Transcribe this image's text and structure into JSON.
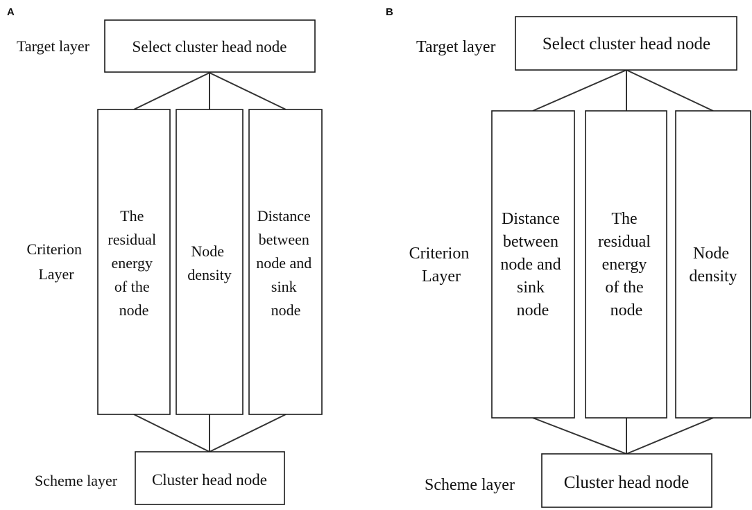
{
  "panel_a": {
    "letter": "A",
    "layers": {
      "target": "Target layer",
      "criterion": [
        "Criterion",
        "Layer"
      ],
      "scheme": "Scheme layer"
    },
    "target_node": "Select cluster head node",
    "criteria": [
      [
        "The",
        "residual",
        "energy",
        "of the",
        "node"
      ],
      [
        "Node",
        "density"
      ],
      [
        "Distance",
        "between",
        "node and",
        "sink",
        "node"
      ]
    ],
    "scheme_node": "Cluster head node"
  },
  "panel_b": {
    "letter": "B",
    "layers": {
      "target": "Target layer",
      "criterion": [
        "Criterion",
        "Layer"
      ],
      "scheme": "Scheme layer"
    },
    "target_node": "Select cluster head node",
    "criteria": [
      [
        "Distance",
        "between",
        "node and",
        "sink",
        "node"
      ],
      [
        "The",
        "residual",
        "energy",
        "of the",
        "node"
      ],
      [
        "Node",
        "density"
      ]
    ],
    "scheme_node": "Cluster head node"
  }
}
